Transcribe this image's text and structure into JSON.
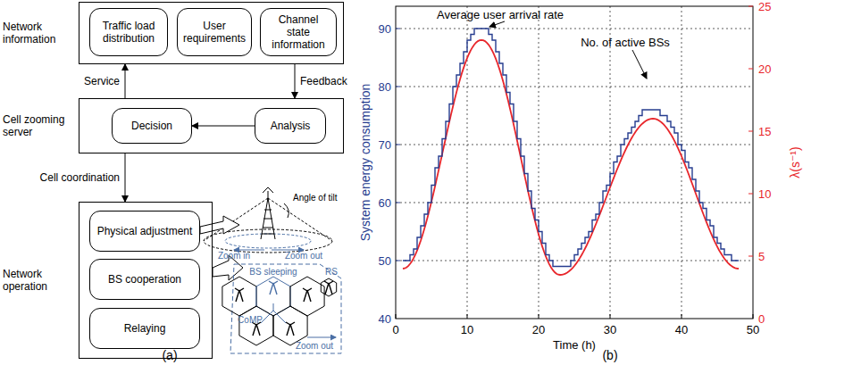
{
  "diagram": {
    "nodes": [
      {
        "text": [
          "Network information"
        ]
      },
      {
        "text": [
          "Traffic load distribution"
        ],
        "in": 0
      },
      {
        "text": [
          "User requirements"
        ],
        "in": 0
      },
      {
        "text": [
          "Channel state information"
        ],
        "in": 0
      },
      {
        "text": [
          "Cell zooming server"
        ]
      },
      {
        "text": [
          "Decision"
        ],
        "in": 4
      },
      {
        "text": [
          "Analysis"
        ],
        "in": 4
      },
      {
        "text": [
          "Network operation"
        ]
      },
      {
        "text": [
          "Physical adjustment"
        ],
        "in": 7
      },
      {
        "text": [
          "BS cooperation"
        ],
        "in": 7
      },
      {
        "text": [
          "Relaying"
        ],
        "in": 7
      }
    ],
    "edges": [
      {
        "from": 4,
        "to": 0,
        "arrow": "to",
        "label": "Service"
      },
      {
        "from": 0,
        "to": 4,
        "arrow": "to",
        "label": "Feedback"
      },
      {
        "from": 6,
        "to": 5,
        "arrow": "to"
      },
      {
        "from": 4,
        "to": 7,
        "arrow": "to",
        "label": "Cell coordination"
      }
    ],
    "labels": [
      "Angle of tilt",
      "Zoom in",
      "Zoom out",
      "BS sleeping",
      "RS",
      "CoMP",
      "Zoom out",
      "(a)",
      "Average user arrival rate",
      "No. of active BSs",
      "40",
      "50",
      "60",
      "70",
      "80",
      "90",
      "0",
      "5",
      "10",
      "15",
      "20",
      "25",
      "0",
      "10",
      "20",
      "30",
      "40",
      "50",
      "Time (h)",
      "System energy consumption",
      "λ(s⁻¹)",
      "(b)"
    ]
  }
}
